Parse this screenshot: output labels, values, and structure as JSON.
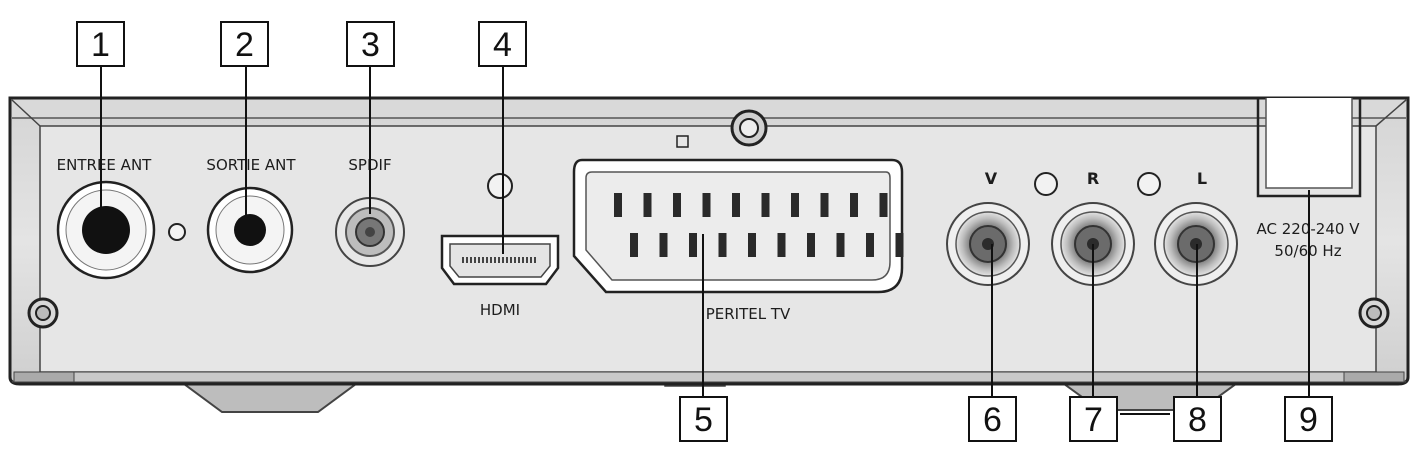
{
  "callouts": [
    "1",
    "2",
    "3",
    "4",
    "5",
    "6",
    "7",
    "8",
    "9"
  ],
  "labels": {
    "antenna_in": "ENTREE ANT",
    "antenna_out": "SORTIE ANT",
    "spdif": "SPDIF",
    "hdmi": "HDMI",
    "scart": "PERITEL TV",
    "video": "V",
    "audio_right": "R",
    "audio_left": "L",
    "power_line1": "AC 220-240 V",
    "power_line2": "50/60 Hz"
  }
}
